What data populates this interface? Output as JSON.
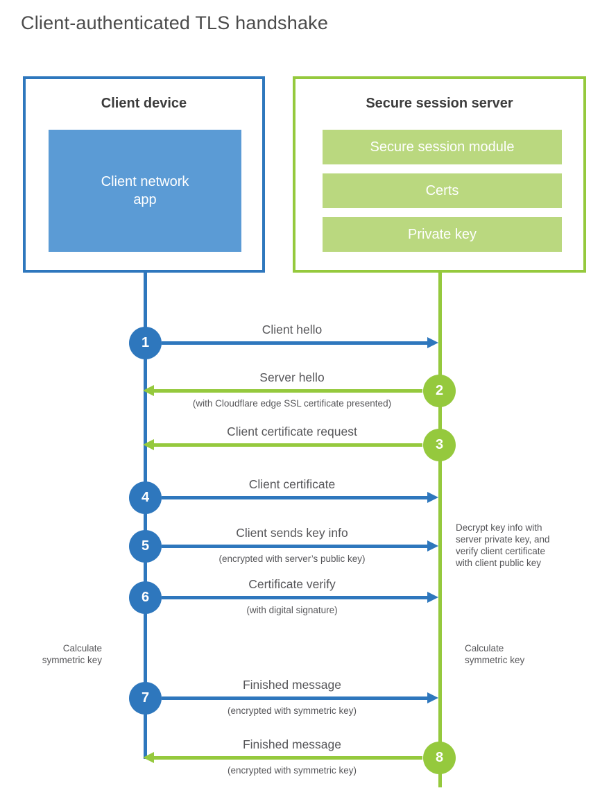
{
  "title": "Client-authenticated TLS handshake",
  "colors": {
    "client_blue": "#2e77bd",
    "client_fill_blue": "#5b9bd5",
    "server_green": "#95c93d",
    "server_fill_green": "#bad87f",
    "heading_text": "#3c3c3c",
    "label_text": "#565659"
  },
  "client_box": {
    "title": "Client device",
    "inner_label": "Client network\napp"
  },
  "server_box": {
    "title": "Secure session server",
    "modules": [
      "Secure session module",
      "Certs",
      "Private key"
    ]
  },
  "steps": [
    {
      "num": "1",
      "from": "client",
      "direction": "right",
      "label": "Client hello",
      "sublabel": ""
    },
    {
      "num": "2",
      "from": "server",
      "direction": "left",
      "label": "Server hello",
      "sublabel": "(with Cloudflare edge SSL certificate presented)"
    },
    {
      "num": "3",
      "from": "server",
      "direction": "left",
      "label": "Client certificate request",
      "sublabel": ""
    },
    {
      "num": "4",
      "from": "client",
      "direction": "right",
      "label": "Client certificate",
      "sublabel": ""
    },
    {
      "num": "5",
      "from": "client",
      "direction": "right",
      "label": "Client sends key info",
      "sublabel": "(encrypted with server’s public key)"
    },
    {
      "num": "6",
      "from": "client",
      "direction": "right",
      "label": "Certificate verify",
      "sublabel": "(with digital signature)"
    },
    {
      "num": "7",
      "from": "client",
      "direction": "right",
      "label": "Finished message",
      "sublabel": "(encrypted with symmetric key)"
    },
    {
      "num": "8",
      "from": "server",
      "direction": "left",
      "label": "Finished message",
      "sublabel": "(encrypted with symmetric key)"
    }
  ],
  "annotations": {
    "decrypt_note": "Decrypt key info with\nserver private key, and\nverify client certificate\nwith client public key",
    "calc_left": "Calculate\nsymmetric key",
    "calc_right": "Calculate\nsymmetric key"
  }
}
